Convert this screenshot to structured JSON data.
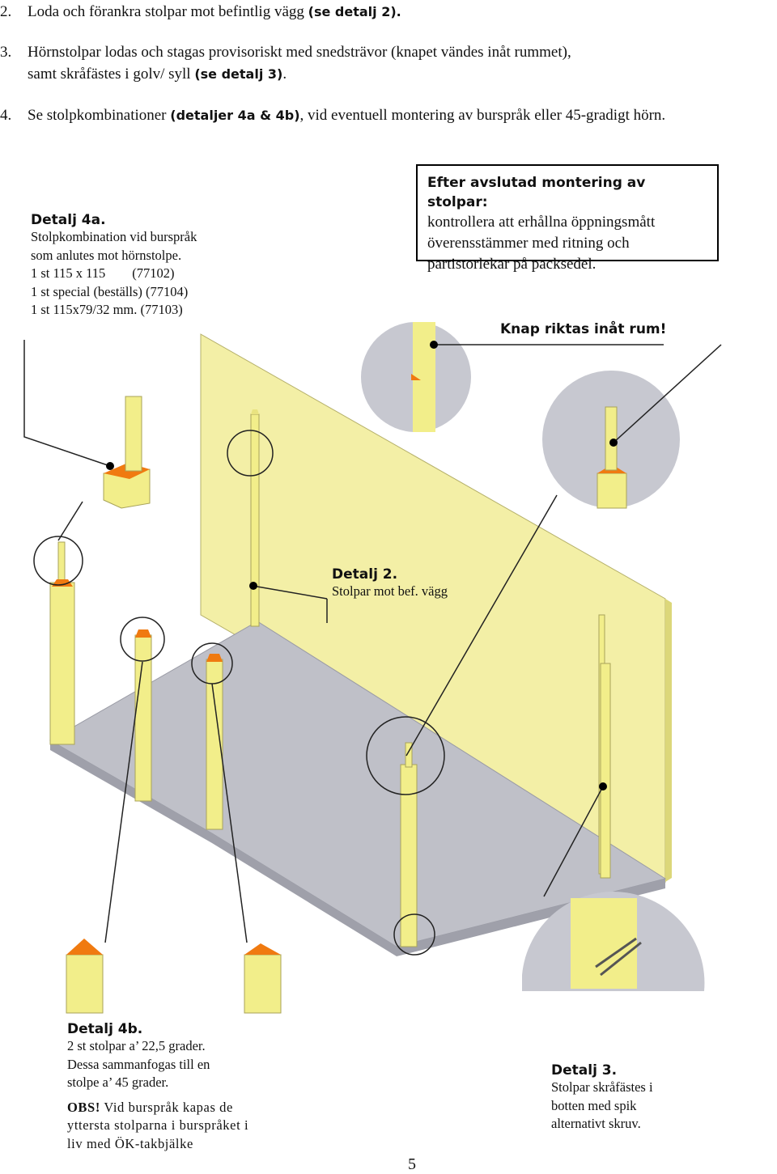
{
  "steps": [
    {
      "num": "2.",
      "text": "Loda och förankra stolpar mot befintlig vägg ",
      "ref": "(se detalj 2)."
    },
    {
      "num": "3.",
      "line1": "Hörnstolpar lodas och stagas provisoriskt med snedsträvor (knapet vändes inåt rummet),",
      "line2": "samt skråfästes i golv/ syll ",
      "ref": "(se detalj 3)",
      "tail": "."
    },
    {
      "num": "4.",
      "text": "Se stolpkombinationer ",
      "ref": "(detaljer 4a & 4b)",
      "tail": ", vid eventuell montering av burspråk eller 45-gradigt hörn."
    }
  ],
  "detalj4a": {
    "title": "Detalj 4a.",
    "lines": [
      "Stolpkombination vid burspråk",
      "som anlutes mot hörnstolpe.",
      "1 st 115 x 115        (77102)",
      "1 st special (beställs) (77104)",
      "1 st 115x79/32 mm. (77103)"
    ]
  },
  "infobox": {
    "title": "Efter avslutad montering av stolpar:",
    "lines": [
      "kontrollera att erhållna öppningsmått",
      "överensstämmer med ritning och",
      "partistorlekar på packsedel."
    ]
  },
  "knap": "Knap riktas inåt rum!",
  "detalj2": {
    "title": "Detalj 2.",
    "line": "Stolpar mot bef. vägg"
  },
  "detalj4b": {
    "title": "Detalj 4b.",
    "lines": [
      "2 st stolpar a’ 22,5 grader.",
      "Dessa sammanfogas till en",
      "stolpe a’ 45 grader."
    ],
    "obs_label": "OBS!",
    "obs_lines": [
      " Vid burspråk kapas de",
      "yttersta stolparna i burspråket i",
      "liv med ÖK-takbjälke"
    ]
  },
  "detalj3": {
    "title": "Detalj 3.",
    "lines": [
      "Stolpar skråfästes i",
      "botten med spik",
      "alternativt skruv."
    ]
  },
  "page_number": "5",
  "colors": {
    "post": "#f2ee8a",
    "post_dark": "#d8d24e",
    "cut": "#f07a10",
    "floor": "#bfc0c8",
    "wall": "#f3efa6",
    "circle_bg": "#c7c8d0"
  }
}
